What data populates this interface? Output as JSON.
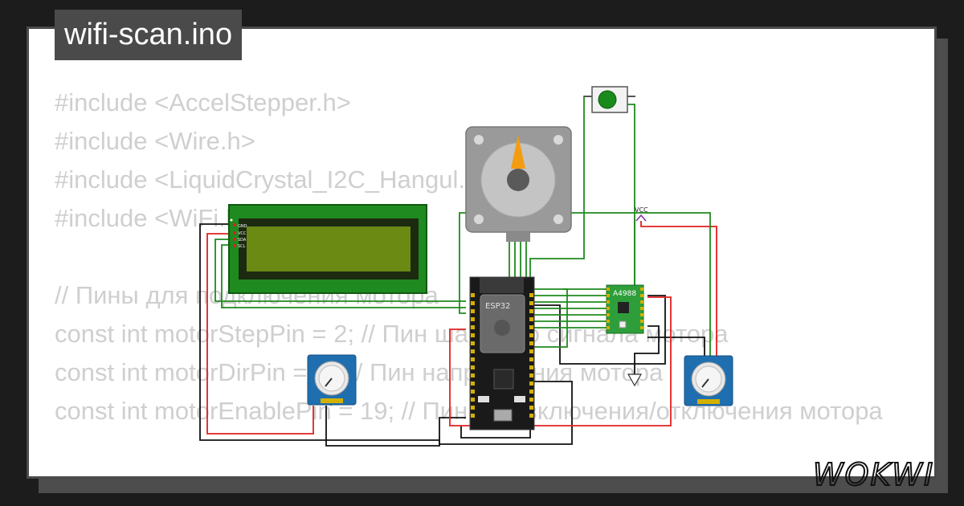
{
  "project": {
    "file_name": "wifi-scan.ino",
    "brand": "WOKWI"
  },
  "code_lines": [
    "#include <AccelStepper.h>",
    "#include <Wire.h>",
    "#include <LiquidCrystal_I2C_Hangul.h>",
    "#include <WiFi.h>",
    "",
    "// Пины для подключения мотора",
    "const int motorStepPin = 2; // Пин шагового сигнала мотора",
    "const int motorDirPin = 4;  // Пин направления мотора",
    "const int motorEnablePin = 19; // Пин для включения/отключения мотора"
  ],
  "circuit": {
    "driver_label": "A4988",
    "mcu_label": "ESP32",
    "vcc_label": "VCC",
    "lcd_pins": [
      "GND",
      "VCC",
      "SDA",
      "SCL"
    ],
    "colors": {
      "wire_green": "#1f8a1f",
      "wire_red": "#e02020",
      "wire_black": "#111111",
      "pcb_green": "#2e9e3a",
      "lcd_screen": "#6a8a14",
      "pot_blue": "#1f6fb0",
      "button_green": "#1a8a1a"
    }
  }
}
